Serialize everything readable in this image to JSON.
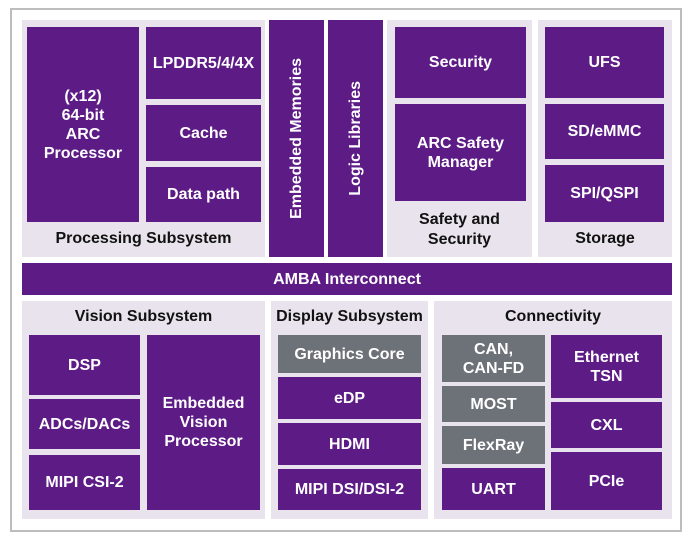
{
  "processing": {
    "title": "Processing Subsystem",
    "arc_processor": "(x12)\n64-bit\nARC\nProcessor",
    "lpddr": "LPDDR5/4/4X",
    "cache": "Cache",
    "datapath": "Data path"
  },
  "embedded_memories": "Embedded Memories",
  "logic_libraries": "Logic Libraries",
  "safety": {
    "title": "Safety and\nSecurity",
    "security": "Security",
    "arc_safety_manager": "ARC Safety\nManager"
  },
  "storage": {
    "title": "Storage",
    "ufs": "UFS",
    "sd_emmc": "SD/eMMC",
    "spi_qspi": "SPI/QSPI"
  },
  "amba": "AMBA Interconnect",
  "vision": {
    "title": "Vision Subsystem",
    "dsp": "DSP",
    "adcs_dacs": "ADCs/DACs",
    "mipi_csi2": "MIPI CSI-2",
    "embedded_vision_processor": "Embedded\nVision\nProcessor"
  },
  "display": {
    "title": "Display Subsystem",
    "graphics_core": "Graphics Core",
    "edp": "eDP",
    "hdmi": "HDMI",
    "mipi_dsi": "MIPI DSI/DSI-2"
  },
  "connectivity": {
    "title": "Connectivity",
    "can": "CAN,\nCAN-FD",
    "most": "MOST",
    "flexray": "FlexRay",
    "uart": "UART",
    "ethernet_tsn": "Ethernet\nTSN",
    "cxl": "CXL",
    "pcie": "PCIe"
  },
  "colors": {
    "block": "#5d1b86",
    "gray_block": "#6d7278",
    "panel": "#e8e3ec",
    "border": "#bdbdbd"
  }
}
